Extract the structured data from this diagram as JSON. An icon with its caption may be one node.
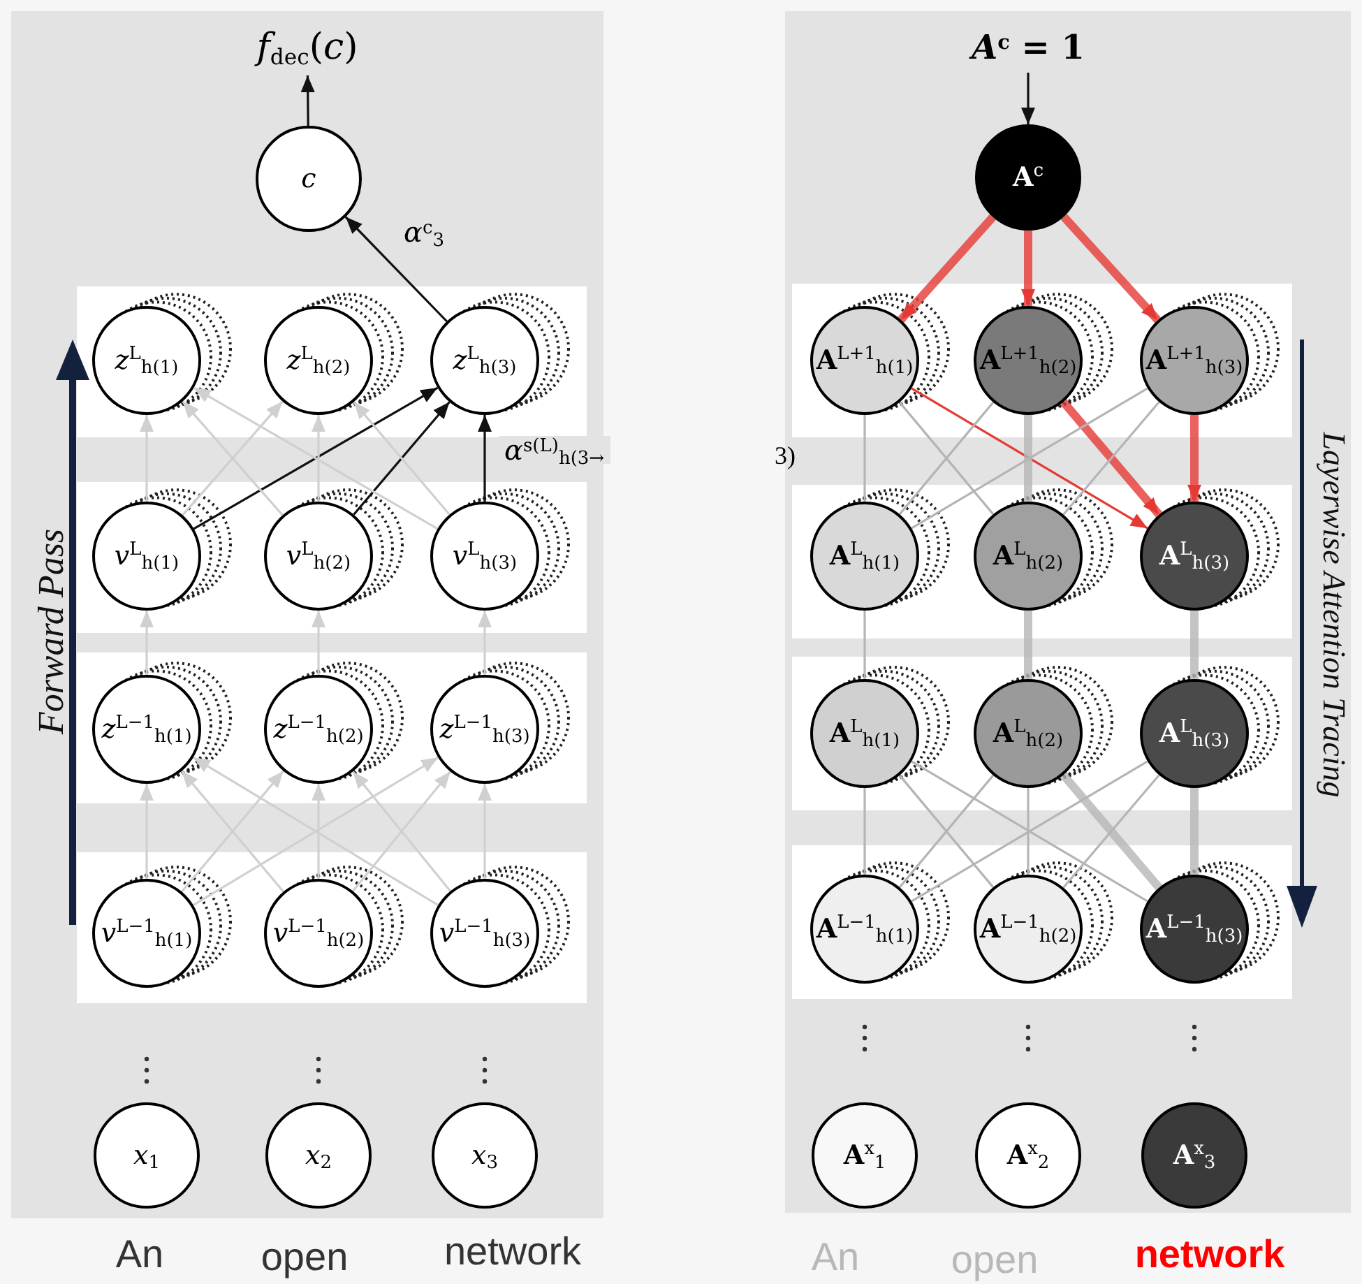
{
  "diagram": {
    "nodes": [
      {
        "text": [
          "*f*$_{dec}$(*c*)"
        ]
      },
      {
        "text": [
          "*c*"
        ]
      },
      {
        "text": [
          "*z*$^{L}$$_{h(1)}$"
        ]
      },
      {
        "text": [
          "*z*$^{L}$$_{h(2)}$"
        ]
      },
      {
        "text": [
          "*z*$^{L}$$_{h(3)}$"
        ]
      },
      {
        "text": [
          "*v*$^{L}$$_{h(1)}$"
        ]
      },
      {
        "text": [
          "*v*$^{L}$$_{h(2)}$"
        ]
      },
      {
        "text": [
          "*v*$^{L}$$_{h(3)}$"
        ]
      },
      {
        "text": [
          "*z*$^{L−1}$$_{h(1)}$"
        ]
      },
      {
        "text": [
          "*z*$^{L−1}$$_{h(2)}$"
        ]
      },
      {
        "text": [
          "*z*$^{L−1}$$_{h(3)}$"
        ]
      },
      {
        "text": [
          "*v*$^{L−1}$$_{h(1)}$"
        ]
      },
      {
        "text": [
          "*v*$^{L−1}$$_{h(2)}$"
        ]
      },
      {
        "text": [
          "*v*$^{L−1}$$_{h(3)}$"
        ]
      },
      {
        "text": [
          "*x*$_{1}$"
        ]
      },
      {
        "text": [
          "*x*$_{2}$"
        ]
      },
      {
        "text": [
          "*x*$_{3}$"
        ]
      },
      {
        "text": [
          "*A*$^{c}$ = 1"
        ]
      },
      {
        "text": [
          "**A**$^{c}$"
        ]
      },
      {
        "text": [
          "**A**$^{L+1}$$_{h(1)}$"
        ]
      },
      {
        "text": [
          "**A**$^{L+1}$$_{h(2)}$"
        ]
      },
      {
        "text": [
          "**A**$^{L+1}$$_{h(3)}$"
        ]
      },
      {
        "text": [
          "**A**$^{L}$$_{h(1)}$"
        ]
      },
      {
        "text": [
          "**A**$^{L}$$_{h(2)}$"
        ]
      },
      {
        "text": [
          "**A**$^{L}$$_{h(3)}$"
        ]
      },
      {
        "text": [
          "**A**$^{L}$$_{h(1)}$"
        ]
      },
      {
        "text": [
          "**A**$^{L}$$_{h(2)}$"
        ]
      },
      {
        "text": [
          "**A**$^{L}$$_{h(3)}$"
        ]
      },
      {
        "text": [
          "**A**$^{L−1}$$_{h(1)}$"
        ]
      },
      {
        "text": [
          "**A**$^{L−1}$$_{h(2)}$"
        ]
      },
      {
        "text": [
          "**A**$^{L−1}$$_{h(3)}$"
        ]
      },
      {
        "text": [
          "**A**$^{x}$$_{1}$"
        ]
      },
      {
        "text": [
          "**A**$^{x}$$_{2}$"
        ]
      },
      {
        "text": [
          "**A**$^{x}$$_{3}$"
        ]
      }
    ],
    "edges": [
      {
        "from": 1,
        "to": 0,
        "arrow": "to",
        "color": "#111111"
      },
      {
        "from": 4,
        "to": 1,
        "arrow": "to",
        "color": "#111111",
        "label": "*α*$^{c}$$_{3}$"
      },
      {
        "from": 5,
        "to": 4,
        "arrow": "to",
        "color": "#111111"
      },
      {
        "from": 6,
        "to": 4,
        "arrow": "to",
        "color": "#111111"
      },
      {
        "from": 7,
        "to": 4,
        "arrow": "to",
        "color": "#111111",
        "label": "*α*$^{s(L)}$$_{h(3→}$"
      },
      {
        "from": 5,
        "to": 2,
        "arrow": "to",
        "color": "#d0d0d0"
      },
      {
        "from": 5,
        "to": 3,
        "arrow": "to",
        "color": "#d0d0d0"
      },
      {
        "from": 6,
        "to": 2,
        "arrow": "to",
        "color": "#d0d0d0"
      },
      {
        "from": 6,
        "to": 3,
        "arrow": "to",
        "color": "#d0d0d0"
      },
      {
        "from": 7,
        "to": 2,
        "arrow": "to",
        "color": "#d0d0d0"
      },
      {
        "from": 7,
        "to": 3,
        "arrow": "to",
        "color": "#d0d0d0"
      },
      {
        "from": 8,
        "to": 5,
        "arrow": "to",
        "color": "#d0d0d0"
      },
      {
        "from": 9,
        "to": 6,
        "arrow": "to",
        "color": "#d0d0d0"
      },
      {
        "from": 10,
        "to": 7,
        "arrow": "to",
        "color": "#d0d0d0"
      },
      {
        "from": 11,
        "to": 8,
        "arrow": "to",
        "color": "#d0d0d0"
      },
      {
        "from": 11,
        "to": 9,
        "arrow": "to",
        "color": "#d0d0d0"
      },
      {
        "from": 11,
        "to": 10,
        "arrow": "to",
        "color": "#d0d0d0"
      },
      {
        "from": 12,
        "to": 8,
        "arrow": "to",
        "color": "#d0d0d0"
      },
      {
        "from": 12,
        "to": 9,
        "arrow": "to",
        "color": "#d0d0d0"
      },
      {
        "from": 12,
        "to": 10,
        "arrow": "to",
        "color": "#d0d0d0"
      },
      {
        "from": 13,
        "to": 8,
        "arrow": "to",
        "color": "#d0d0d0"
      },
      {
        "from": 13,
        "to": 9,
        "arrow": "to",
        "color": "#d0d0d0"
      },
      {
        "from": 13,
        "to": 10,
        "arrow": "to",
        "color": "#d0d0d0"
      },
      {
        "from": 17,
        "to": 18,
        "arrow": "to",
        "color": "#111111"
      },
      {
        "from": 18,
        "to": 19,
        "arrow": "to",
        "style": "thick",
        "color": "#e53935"
      },
      {
        "from": 18,
        "to": 20,
        "arrow": "to",
        "style": "thick",
        "color": "#e53935"
      },
      {
        "from": 18,
        "to": 21,
        "arrow": "to",
        "style": "thick",
        "color": "#e53935"
      },
      {
        "from": 19,
        "to": 22,
        "arrow": "none"
      },
      {
        "from": 19,
        "to": 23,
        "arrow": "none"
      },
      {
        "from": 19,
        "to": 24,
        "arrow": "to",
        "color": "#e53935"
      },
      {
        "from": 20,
        "to": 22,
        "arrow": "none"
      },
      {
        "from": 20,
        "to": 23,
        "arrow": "none",
        "style": "thick"
      },
      {
        "from": 20,
        "to": 24,
        "arrow": "to",
        "style": "thick",
        "color": "#e53935"
      },
      {
        "from": 21,
        "to": 22,
        "arrow": "none"
      },
      {
        "from": 21,
        "to": 23,
        "arrow": "none"
      },
      {
        "from": 21,
        "to": 24,
        "arrow": "to",
        "style": "thick",
        "color": "#e53935"
      },
      {
        "from": 22,
        "to": 25,
        "arrow": "none"
      },
      {
        "from": 23,
        "to": 26,
        "arrow": "none",
        "style": "thick"
      },
      {
        "from": 24,
        "to": 27,
        "arrow": "none",
        "style": "thick"
      },
      {
        "from": 25,
        "to": 28,
        "arrow": "none"
      },
      {
        "from": 25,
        "to": 29,
        "arrow": "none"
      },
      {
        "from": 25,
        "to": 30,
        "arrow": "none"
      },
      {
        "from": 26,
        "to": 28,
        "arrow": "none"
      },
      {
        "from": 26,
        "to": 29,
        "arrow": "none"
      },
      {
        "from": 26,
        "to": 30,
        "arrow": "none",
        "style": "thick"
      },
      {
        "from": 27,
        "to": 28,
        "arrow": "none"
      },
      {
        "from": 27,
        "to": 29,
        "arrow": "none"
      },
      {
        "from": 27,
        "to": 30,
        "arrow": "none",
        "style": "thick"
      }
    ],
    "labels": [
      "3)",
      "Forward Pass",
      "Layerwise Attention Tracing",
      "An",
      "open",
      "network",
      "An",
      "open",
      "network"
    ]
  }
}
